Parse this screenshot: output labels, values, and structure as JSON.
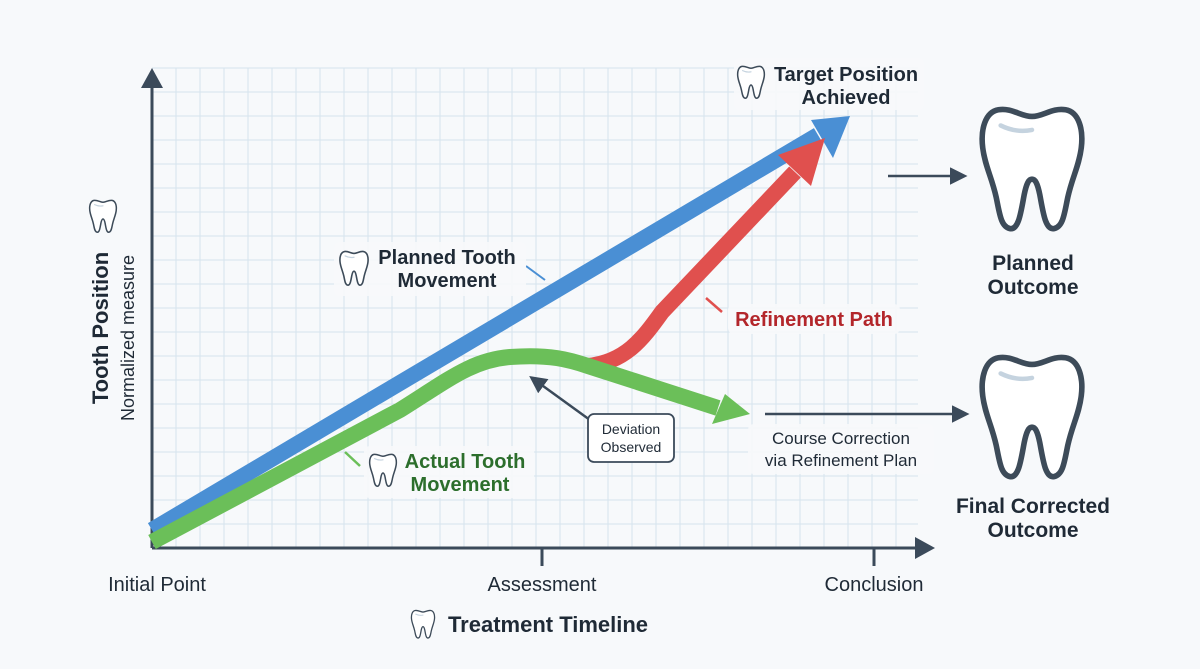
{
  "axes": {
    "y_title": "Tooth Position",
    "y_subtitle": "Normalized measure",
    "x_title": "Treatment Timeline",
    "x_ticks": [
      "Initial Point",
      "Assessment",
      "Conclusion"
    ]
  },
  "paths": {
    "planned_label_1": "Planned Tooth",
    "planned_label_2": "Movement",
    "actual_label_1": "Actual Tooth",
    "actual_label_2": "Movement",
    "refinement_label": "Refinement Path"
  },
  "annotations": {
    "target_1": "Target Position",
    "target_2": "Achieved",
    "deviation_1": "Deviation",
    "deviation_2": "Observed",
    "correction_1": "Course Correction",
    "correction_2": "via Refinement Plan"
  },
  "outcomes": {
    "planned_1": "Planned",
    "planned_2": "Outcome",
    "final_1": "Final Corrected",
    "final_2": "Outcome"
  },
  "colors": {
    "planned": "#4a8fd4",
    "actual": "#6bbf59",
    "refinement": "#e0504e",
    "axis": "#3b4a5a",
    "grid": "#d6e4ee"
  },
  "icons": [
    "tooth-icon"
  ]
}
